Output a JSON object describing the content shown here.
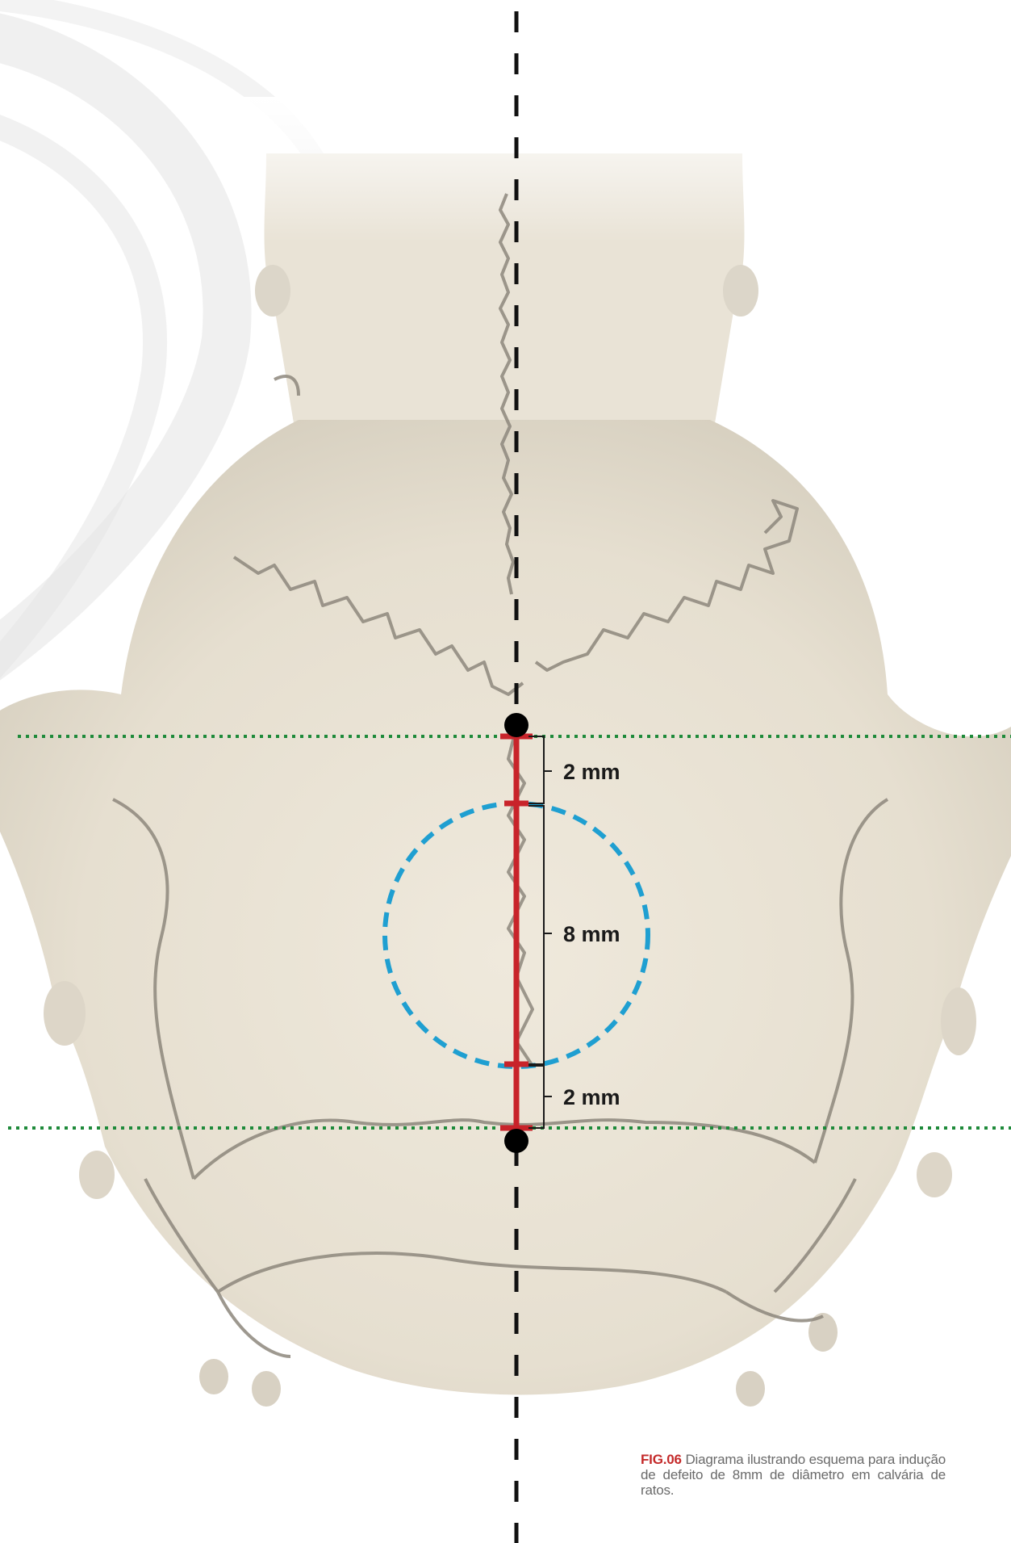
{
  "diagram": {
    "labels": {
      "top_margin": "2 mm",
      "defect_diameter": "8 mm",
      "bottom_margin": "2 mm"
    },
    "colors": {
      "bone": "#e8e1d3",
      "suture": "#8d877c",
      "midline": "#111111",
      "measure_line": "#c8232a",
      "defect_circle": "#1f9fd1",
      "reference_lines": "#1e8a3a"
    }
  },
  "caption": {
    "fig_label": "FIG.06",
    "text": "Diagrama ilustrando esquema para indução de defeito de 8mm de diâmetro em calvária de ratos."
  }
}
